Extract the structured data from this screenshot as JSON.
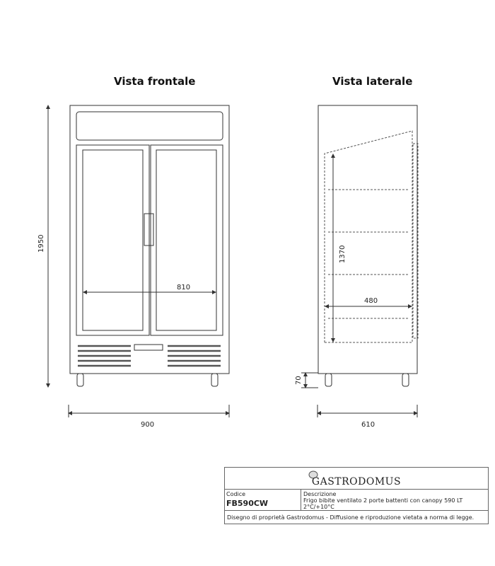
{
  "views": {
    "front_title": "Vista frontale",
    "side_title": "Vista laterale"
  },
  "dimensions": {
    "total_height": "1950",
    "inner_width": "810",
    "total_width": "900",
    "inner_height": "1370",
    "inner_depth": "480",
    "feet_height": "70",
    "total_depth": "610"
  },
  "title_block": {
    "brand": "GASTRODOMUS",
    "code_label": "Codice",
    "code": "FB590CW",
    "description_label": "Descrizione",
    "description": "Frigo bibite ventilato 2 porte battenti con canopy 590 LT 2°C/+10°C",
    "footer": "Disegno di proprietà Gastrodomus - Diffusione e riproduzione vietata a norma di legge."
  }
}
